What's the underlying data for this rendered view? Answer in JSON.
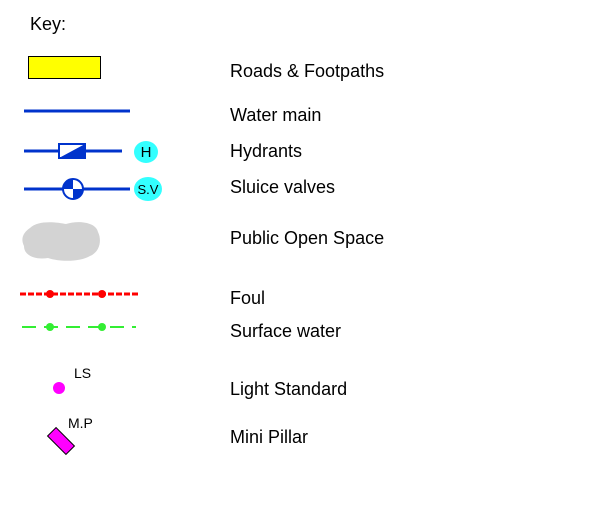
{
  "title": "Key:",
  "items": [
    {
      "label": "Roads & Footpaths",
      "symbol": "yellow-rectangle-icon",
      "color": "#ffff00"
    },
    {
      "label": "Water main",
      "symbol": "blue-line-icon",
      "color": "#0033cc"
    },
    {
      "label": "Hydrants",
      "symbol": "hydrant-icon",
      "color": "#0033cc",
      "badge": "H",
      "badge_color": "#33ffff"
    },
    {
      "label": "Sluice valves",
      "symbol": "sluice-valve-icon",
      "color": "#0033cc",
      "badge": "S.V",
      "badge_color": "#33ffff"
    },
    {
      "label": "Public Open Space",
      "symbol": "grey-blob-icon",
      "color": "#d3d3d3"
    },
    {
      "label": "Foul",
      "symbol": "red-dotted-line-icon",
      "color": "#ff0000"
    },
    {
      "label": "Surface water",
      "symbol": "green-dashed-line-icon",
      "color": "#33ee33"
    },
    {
      "label": "Light Standard",
      "symbol": "magenta-dot-icon",
      "color": "#ff00ff",
      "tag": "LS"
    },
    {
      "label": "Mini Pillar",
      "symbol": "magenta-pillar-icon",
      "color": "#ff00ff",
      "tag": "M.P"
    }
  ]
}
